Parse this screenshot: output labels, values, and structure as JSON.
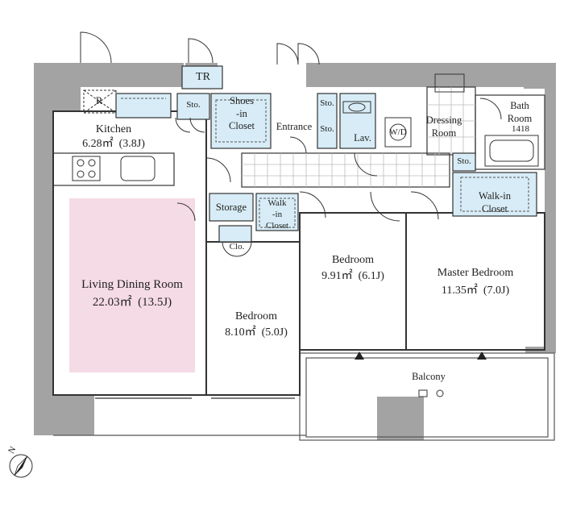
{
  "rooms": {
    "kitchen": {
      "name": "Kitchen",
      "area": "6.28㎡ (3.8J)"
    },
    "living": {
      "name": "Living Dining Room",
      "area": "22.03㎡ (13.5J)"
    },
    "bedroom_small": {
      "name": "Bedroom",
      "area": "8.10㎡ (5.0J)"
    },
    "bedroom_mid": {
      "name": "Bedroom",
      "area": "9.91㎡ (6.1J)"
    },
    "master": {
      "name": "Master Bedroom",
      "area": "11.35㎡ (7.0J)"
    },
    "bath": {
      "name": "Bath\nRoom",
      "size": "1418"
    },
    "dressing": {
      "name": "Dressing\nRoom"
    },
    "balcony": {
      "name": "Balcony"
    },
    "entrance": {
      "name": "Entrance"
    }
  },
  "labels": {
    "tr": "TR",
    "refrigerator": "R",
    "sto": "Sto.",
    "shoes_closet": "Shoes\n-in\nCloset",
    "lav": "Lav.",
    "wd": "W/D",
    "storage": "Storage",
    "walkin_closet_small": "Walk\n-in\nCloset",
    "walkin_closet": "Walk-in\nCloset",
    "clo": "Clo."
  },
  "compass": {
    "letter": "N"
  },
  "colors": {
    "wall": "#a3a3a3",
    "storage_fill": "#d7ecf6",
    "living_fill": "#f5dbe6",
    "line": "#333333"
  }
}
